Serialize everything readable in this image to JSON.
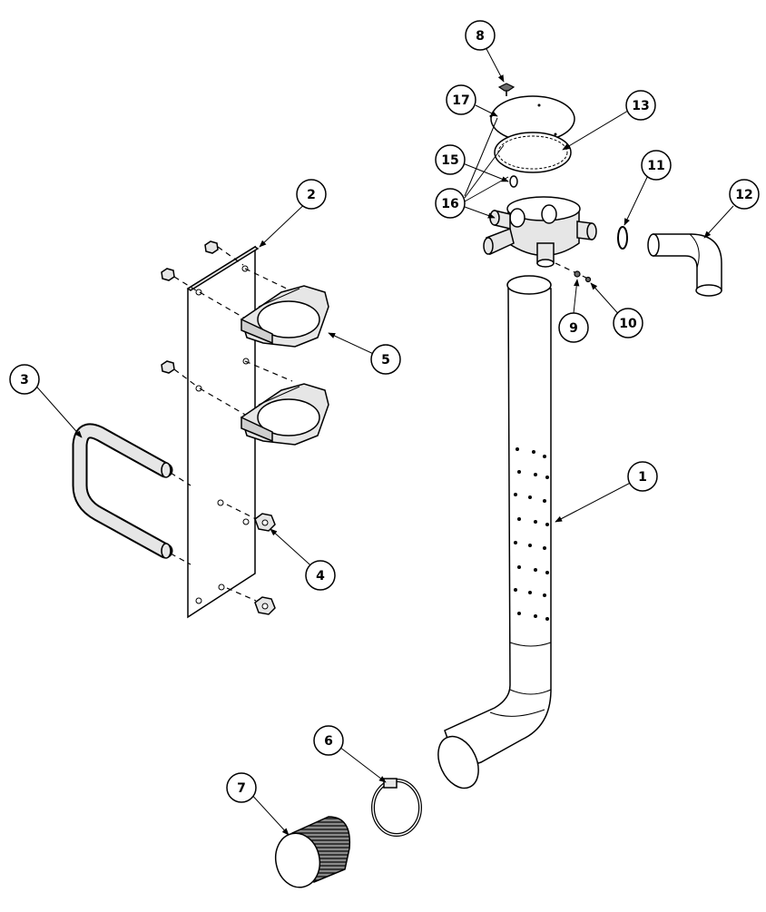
{
  "diagram": {
    "callouts": [
      {
        "id": "c1",
        "label": "1"
      },
      {
        "id": "c2",
        "label": "2"
      },
      {
        "id": "c3",
        "label": "3"
      },
      {
        "id": "c4",
        "label": "4"
      },
      {
        "id": "c5",
        "label": "5"
      },
      {
        "id": "c6",
        "label": "6"
      },
      {
        "id": "c7",
        "label": "7"
      },
      {
        "id": "c8",
        "label": "8"
      },
      {
        "id": "c9",
        "label": "9"
      },
      {
        "id": "c10",
        "label": "10"
      },
      {
        "id": "c11",
        "label": "11"
      },
      {
        "id": "c12",
        "label": "12"
      },
      {
        "id": "c13",
        "label": "13"
      },
      {
        "id": "c15",
        "label": "15"
      },
      {
        "id": "c16",
        "label": "16"
      },
      {
        "id": "c17",
        "label": "17"
      }
    ],
    "colors": {
      "line": "#000000",
      "fill_light": "#e6e6e6",
      "fill_mid": "#cfcfcf",
      "fill_dark": "#6b6b6b"
    }
  }
}
